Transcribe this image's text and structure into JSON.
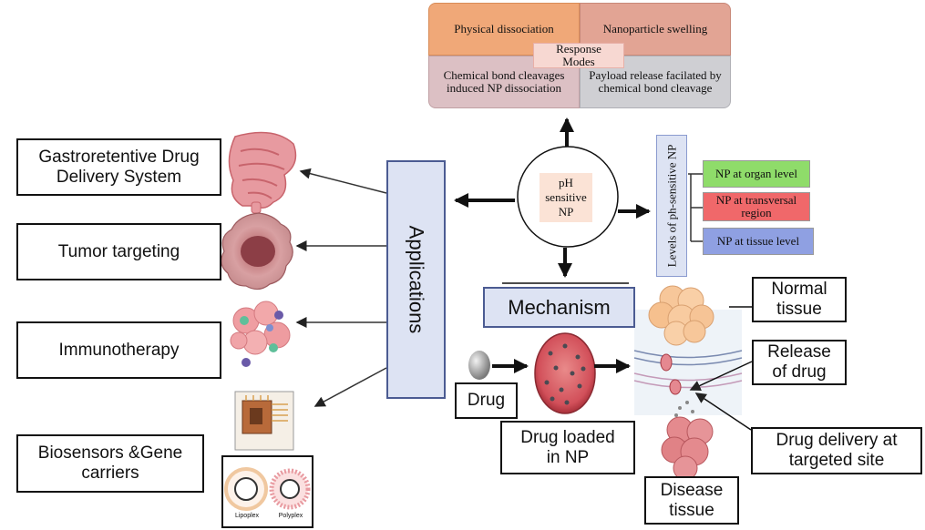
{
  "response_modes": {
    "center_label": "Response\nModes",
    "quadrants": [
      "Physical dissociation",
      "Nanoparticle swelling",
      "Chemical bond cleavages induced NP dissociation",
      "Payload release facilated by chemical bond cleavage"
    ],
    "colors": [
      "#f0a878",
      "#e2a494",
      "#dcc0c4",
      "#cfcfd3"
    ]
  },
  "center_node": {
    "label": "pH\nsensitive\nNP",
    "color": "#fbe3d6"
  },
  "applications": {
    "title": "Applications",
    "color": "#dde3f3",
    "items": [
      {
        "label": "Gastroretentive Drug\nDelivery System",
        "icon": "intestine-icon"
      },
      {
        "label": "Tumor targeting",
        "icon": "tumor-cell-icon"
      },
      {
        "label": "Immunotherapy",
        "icon": "immune-cells-icon"
      },
      {
        "label": "Biosensors &Gene\ncarriers",
        "icon": "biosensor-chip-icon"
      }
    ],
    "vesicle_labels": [
      "Lipoplex",
      "Polyplex"
    ]
  },
  "levels": {
    "title": "Levels of ph-sensitive NP",
    "items": [
      {
        "label": "NP at organ level",
        "color": "#8fdc6a"
      },
      {
        "label": "NP at transversal region",
        "color": "#f0686a"
      },
      {
        "label": "NP at tissue level",
        "color": "#8fa0e2"
      }
    ]
  },
  "mechanism": {
    "title": "Mechanism",
    "drug": "Drug",
    "drug_loaded": "Drug loaded\nin NP",
    "normal_tissue": "Normal\ntissue",
    "release": "Release\nof drug",
    "delivery": "Drug delivery at\ntargeted site",
    "disease_tissue": "Disease\ntissue"
  }
}
